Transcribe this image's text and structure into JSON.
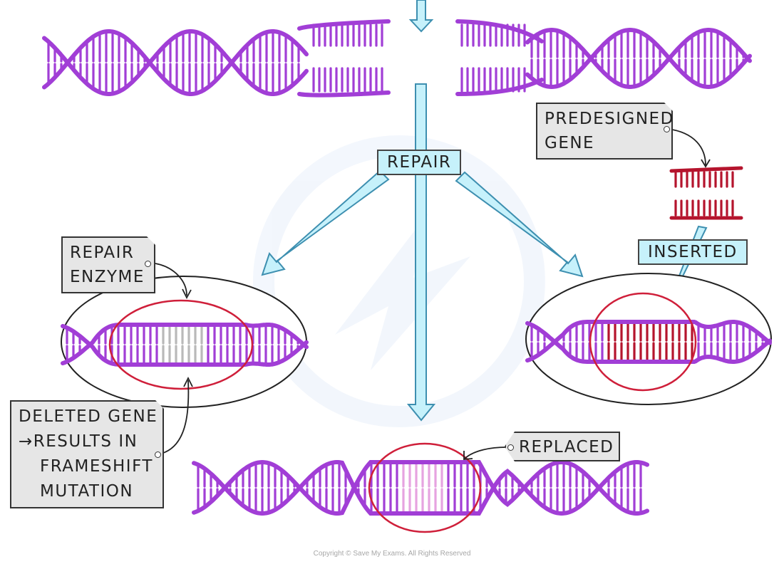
{
  "labels": {
    "repair": "REPAIR",
    "predesigned_gene": [
      "PREDESIGNED",
      "GENE"
    ],
    "inserted": "INSERTED",
    "repair_enzyme": [
      "REPAIR",
      "ENZYME"
    ],
    "deleted_gene": [
      "DELETED GENE",
      "→RESULTS IN",
      "FRAMESHIFT",
      "MUTATION"
    ],
    "replaced": "REPLACED"
  },
  "copyright": "Copyright © Save My Exams. All Rights Reserved",
  "colors": {
    "dna": "#a13ed6",
    "dna_dark": "#7c2ea8",
    "gene_insert": "#b5142d",
    "highlight_circle": "#cf1f3a",
    "arrow_fill": "#c6f1fb",
    "arrow_stroke": "#3d8fb0",
    "label_grey": "#e6e6e6"
  }
}
